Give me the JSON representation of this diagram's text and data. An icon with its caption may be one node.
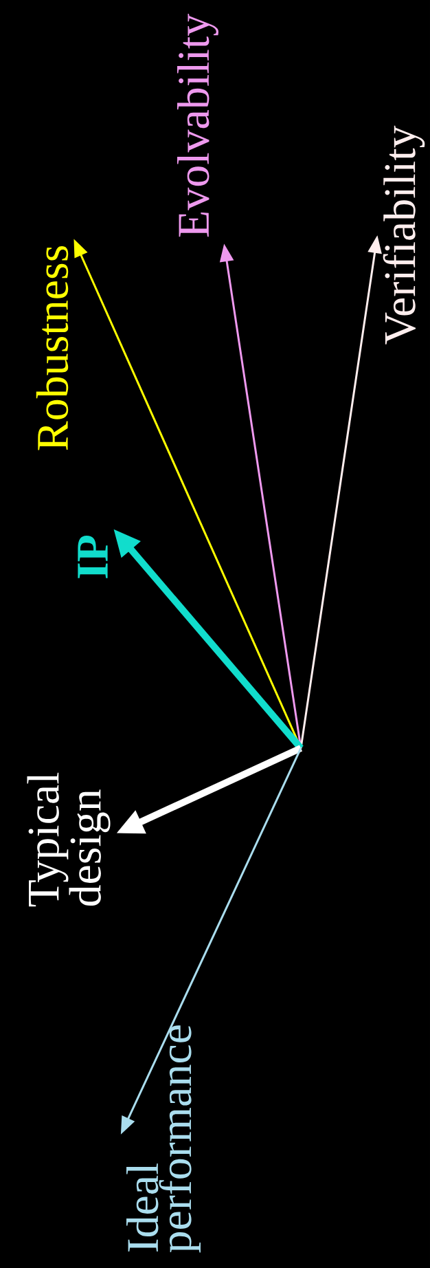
{
  "diagram": {
    "nodes": [
      {
        "text": [
          "Robustness"
        ]
      },
      {
        "text": [
          "Evolvability"
        ]
      },
      {
        "text": [
          "Verifiability"
        ]
      },
      {
        "text": [
          "IP"
        ]
      },
      {
        "text": [
          "Typical design"
        ]
      },
      {
        "text": [
          "Ideal performance"
        ]
      }
    ],
    "edges": [
      {
        "from": null,
        "to": 0,
        "arrow": "to",
        "color": "#ffff00"
      },
      {
        "from": null,
        "to": 1,
        "arrow": "to",
        "color": "#ee99ee"
      },
      {
        "from": null,
        "to": 2,
        "arrow": "to",
        "color": "#ffeeee"
      },
      {
        "from": null,
        "to": 3,
        "arrow": "to",
        "style": "thick",
        "color": "#11ddcc"
      },
      {
        "from": null,
        "to": 4,
        "arrow": "to",
        "style": "thick",
        "color": "#ffffff"
      },
      {
        "from": null,
        "to": 5,
        "arrow": "to",
        "color": "#aaddee"
      }
    ]
  }
}
